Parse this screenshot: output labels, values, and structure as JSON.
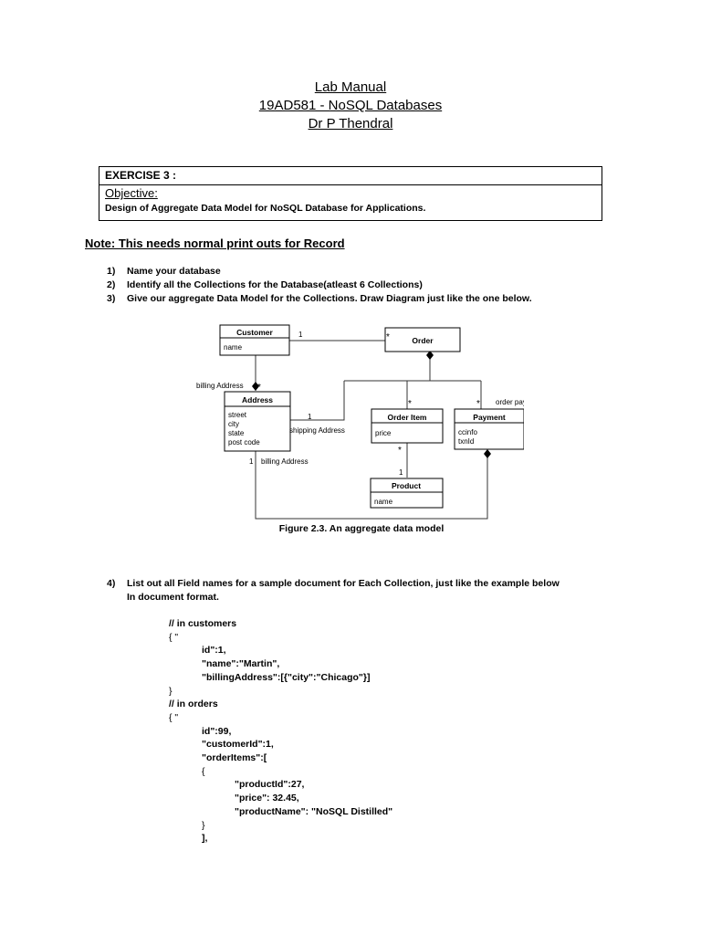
{
  "header": {
    "title": "Lab Manual",
    "course": "19AD581 - NoSQL Databases",
    "author": "Dr P Thendral"
  },
  "exercise": {
    "label": "EXERCISE 3 :",
    "objective_title": "Objective:",
    "objective_text": "Design of Aggregate Data Model for NoSQL Database for Applications."
  },
  "note": "Note: This needs normal print outs for Record",
  "steps": [
    {
      "num": "1)",
      "text": "Name your database"
    },
    {
      "num": "2)",
      "text": "Identify all the Collections for the Database(atleast 6 Collections)"
    },
    {
      "num": "3)",
      "text": "Give our aggregate Data Model for the Collections. Draw Diagram just like the one below."
    }
  ],
  "diagram": {
    "customer": {
      "title": "Customer",
      "fields": [
        "name"
      ]
    },
    "order": {
      "title": "Order"
    },
    "address": {
      "title": "Address",
      "fields": [
        "street",
        "city",
        "state",
        "post code"
      ]
    },
    "order_item": {
      "title": "Order Item",
      "fields": [
        "price"
      ]
    },
    "payment": {
      "title": "Payment",
      "fields": [
        "ccinfo",
        "txnId"
      ]
    },
    "product": {
      "title": "Product",
      "fields": [
        "name"
      ]
    },
    "labels": {
      "billing_address_top": "billing Address",
      "shipping_address": "shipping Address",
      "billing_address_bottom": "billing Address",
      "order_payment": "order payment",
      "one": "1",
      "many": "*"
    },
    "caption": "Figure 2.3. An aggregate data model"
  },
  "step4": {
    "num": "4)",
    "line1": "List out all Field names for a sample document for Each Collection, just like the example below",
    "line2": "In document format."
  },
  "code": {
    "l1": "// in customers",
    "l2": "{ \"",
    "l3": "id\":1,",
    "l4": "\"name\":\"Martin\",",
    "l5": "\"billingAddress\":[{\"city\":\"Chicago\"}]",
    "l6": "}",
    "l7": "// in orders",
    "l8": "{ \"",
    "l9": "id\":99,",
    "l10": "\"customerId\":1,",
    "l11": "\"orderItems\":[",
    "l12": "{",
    "l13": "\"productId\":27,",
    "l14": "\"price\": 32.45,",
    "l15": "\"productName\": \"NoSQL Distilled\"",
    "l16": "}",
    "l17": "],"
  }
}
